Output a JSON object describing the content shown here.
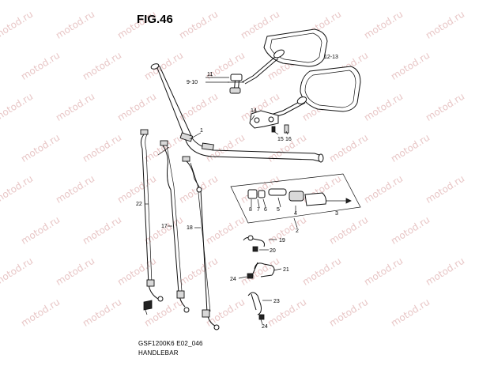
{
  "figure": {
    "title": "FIG.46",
    "drawing_code": "GSF1200K6 E02_046",
    "caption": "HANDLEBAR"
  },
  "watermark": {
    "text": "motod.ru"
  },
  "callouts": [
    {
      "id": "c-1",
      "text": "1"
    },
    {
      "id": "c-2",
      "text": "2"
    },
    {
      "id": "c-3",
      "text": "3"
    },
    {
      "id": "c-4",
      "text": "4"
    },
    {
      "id": "c-5",
      "text": "5"
    },
    {
      "id": "c-6",
      "text": "6"
    },
    {
      "id": "c-7",
      "text": "7"
    },
    {
      "id": "c-8",
      "text": "8"
    },
    {
      "id": "c-910",
      "text": "9-10"
    },
    {
      "id": "c-11",
      "text": "11"
    },
    {
      "id": "c-1213",
      "text": "12-13"
    },
    {
      "id": "c-14",
      "text": "14"
    },
    {
      "id": "c-15",
      "text": "15"
    },
    {
      "id": "c-16",
      "text": "16"
    },
    {
      "id": "c-17",
      "text": "17"
    },
    {
      "id": "c-18",
      "text": "18"
    },
    {
      "id": "c-19",
      "text": "19"
    },
    {
      "id": "c-20",
      "text": "20"
    },
    {
      "id": "c-21",
      "text": "21"
    },
    {
      "id": "c-22",
      "text": "22"
    },
    {
      "id": "c-23",
      "text": "23"
    },
    {
      "id": "c-24a",
      "text": "24"
    },
    {
      "id": "c-24b",
      "text": "24"
    }
  ]
}
